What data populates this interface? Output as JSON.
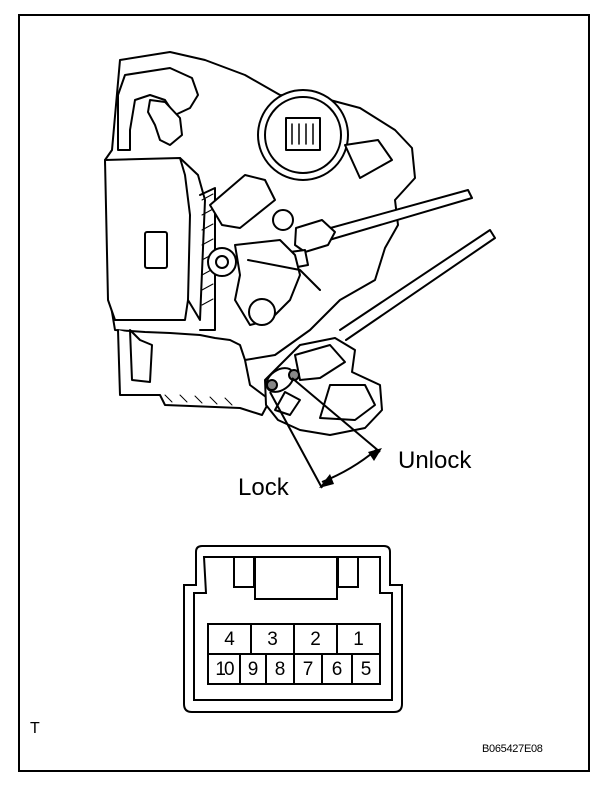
{
  "labels": {
    "lock": "Lock",
    "unlock": "Unlock",
    "corner_mark": "T",
    "figure_code": "B065427E08"
  },
  "connector": {
    "top_row": [
      "4",
      "3",
      "2",
      "1"
    ],
    "bottom_row": [
      "10",
      "9",
      "8",
      "7",
      "6",
      "5"
    ]
  }
}
